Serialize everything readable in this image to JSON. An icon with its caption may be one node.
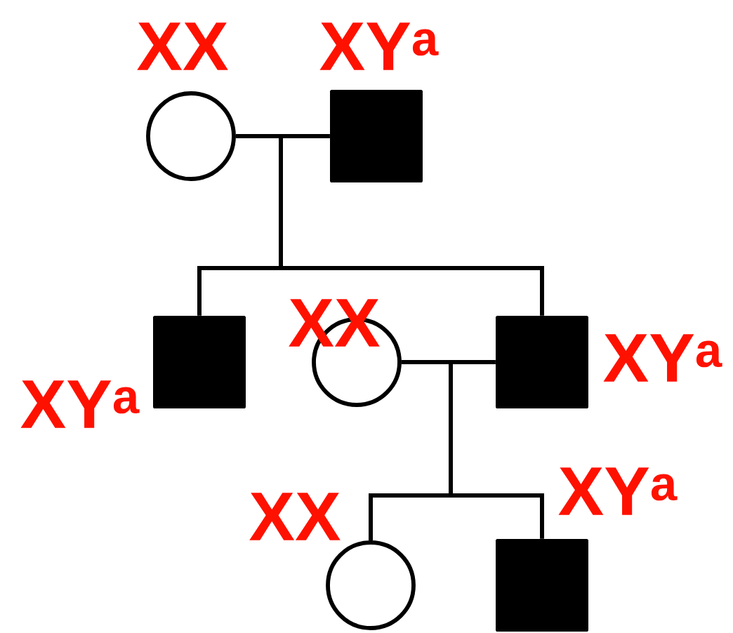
{
  "diagram": {
    "nodes": [
      {
        "text": [],
        "shape": "circle",
        "beside": [
          "XX"
        ]
      },
      {
        "text": [],
        "shape": "box",
        "beside": [
          "XY$^{a}$"
        ]
      },
      {
        "text": [],
        "shape": "box",
        "beside": [
          "XY$^{a}$"
        ]
      },
      {
        "text": [],
        "shape": "circle",
        "beside": [
          "XX"
        ]
      },
      {
        "text": [],
        "shape": "box",
        "beside": [
          "XY$^{a}$"
        ]
      },
      {
        "text": [],
        "shape": "circle",
        "beside": [
          "XX"
        ]
      },
      {
        "text": [],
        "shape": "box",
        "beside": [
          "XY$^{a}$"
        ]
      }
    ],
    "edges": [
      {
        "from": 0,
        "to": 1,
        "arrow": "none"
      },
      {
        "from": 0,
        "to": 2,
        "arrow": "none"
      },
      {
        "from": 0,
        "to": 4,
        "arrow": "none"
      },
      {
        "from": 1,
        "to": 2,
        "arrow": "none"
      },
      {
        "from": 1,
        "to": 4,
        "arrow": "none"
      },
      {
        "from": 3,
        "to": 4,
        "arrow": "none"
      },
      {
        "from": 3,
        "to": 5,
        "arrow": "none"
      },
      {
        "from": 3,
        "to": 6,
        "arrow": "none"
      },
      {
        "from": 4,
        "to": 5,
        "arrow": "none"
      },
      {
        "from": 4,
        "to": 6,
        "arrow": "none"
      }
    ]
  }
}
